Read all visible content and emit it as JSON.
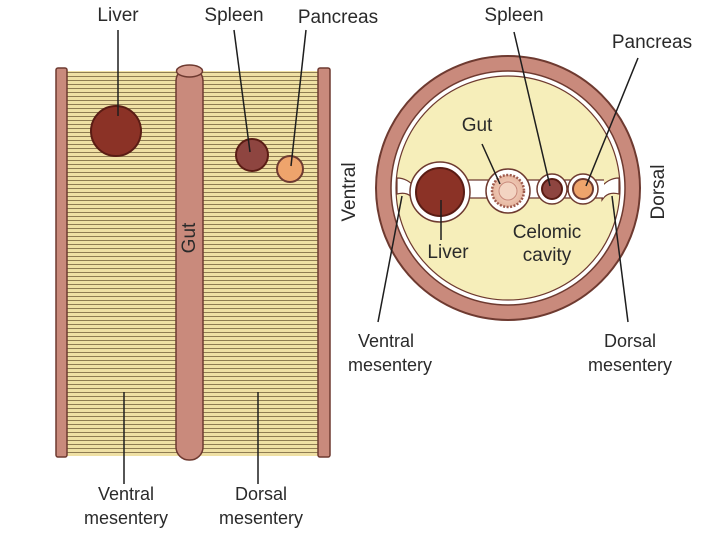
{
  "colors": {
    "wall": "#c98a7c",
    "wall_dark": "#9e5a4c",
    "mesentery": "#efe0a4",
    "mesentery_lines": "#8f7c52",
    "cavity": "#f6eeba",
    "liver": "#8b3226",
    "spleen": "#8e4540",
    "pancreas": "#eea46c",
    "gut": "#c98a7c"
  },
  "left_panel": {
    "liver_label": "Liver",
    "spleen_label": "Spleen",
    "pancreas_label": "Pancreas",
    "gut_label": "Gut",
    "ventral_mesentery_line1": "Ventral",
    "ventral_mesentery_line2": "mesentery",
    "dorsal_mesentery_line1": "Dorsal",
    "dorsal_mesentery_line2": "mesentery"
  },
  "right_panel": {
    "spleen_label": "Spleen",
    "pancreas_label": "Pancreas",
    "gut_label": "Gut",
    "liver_label": "Liver",
    "celomic_line1": "Celomic",
    "celomic_line2": "cavity",
    "ventral_side": "Ventral",
    "dorsal_side": "Dorsal",
    "ventral_mesentery_line1": "Ventral",
    "ventral_mesentery_line2": "mesentery",
    "dorsal_mesentery_line1": "Dorsal",
    "dorsal_mesentery_line2": "mesentery"
  }
}
